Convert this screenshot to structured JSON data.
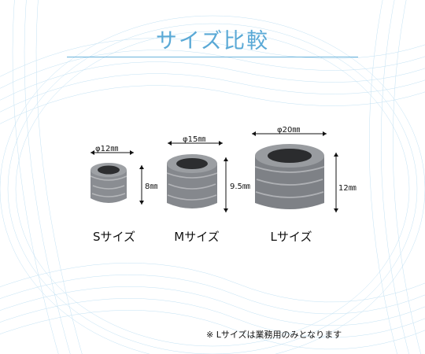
{
  "title": "サイズ比較",
  "items": [
    {
      "label": "Sサイズ",
      "width": "φ12㎜",
      "height": "8㎜"
    },
    {
      "label": "Mサイズ",
      "width": "φ15㎜",
      "height": "9.5㎜"
    },
    {
      "label": "Lサイズ",
      "width": "φ20㎜",
      "height": "12㎜"
    }
  ],
  "note": "※ Lサイズは業務用のみとなります",
  "colors": {
    "title": "#5aa9d6",
    "rule": "#6cb4dc",
    "swirl": "#9fcfea",
    "stone": "#8a8d92"
  }
}
